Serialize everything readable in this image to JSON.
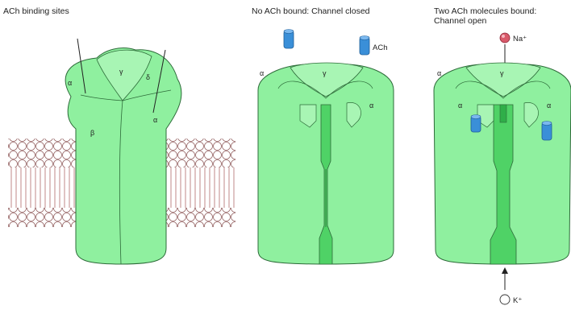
{
  "panels": [
    {
      "title": "ACh binding sites",
      "subunits": {
        "alpha_left": "α",
        "gamma": "γ",
        "delta": "δ",
        "beta": "β",
        "alpha_right": "α"
      }
    },
    {
      "title": "No ACh bound: Channel closed",
      "ach_label": "ACh",
      "subunits": {
        "alpha_left": "α",
        "gamma": "γ",
        "alpha_right": "α"
      }
    },
    {
      "title_line1": "Two ACh molecules bound:",
      "title_line2": "Channel open",
      "na_label": "Na⁺",
      "k_label": "K⁺",
      "subunits": {
        "alpha_left": "α",
        "gamma": "γ",
        "alpha_right": "α",
        "delta_inner": "α"
      }
    }
  ],
  "colors": {
    "receptor_fill": "#8ff09f",
    "receptor_dark": "#4fd266",
    "receptor_outline": "#2d6b39",
    "lipid_head": "#ffffff",
    "lipid_tail": "#b06a6a",
    "ach_blue": "#3a8fd8",
    "na_red": "#d85a6a"
  }
}
